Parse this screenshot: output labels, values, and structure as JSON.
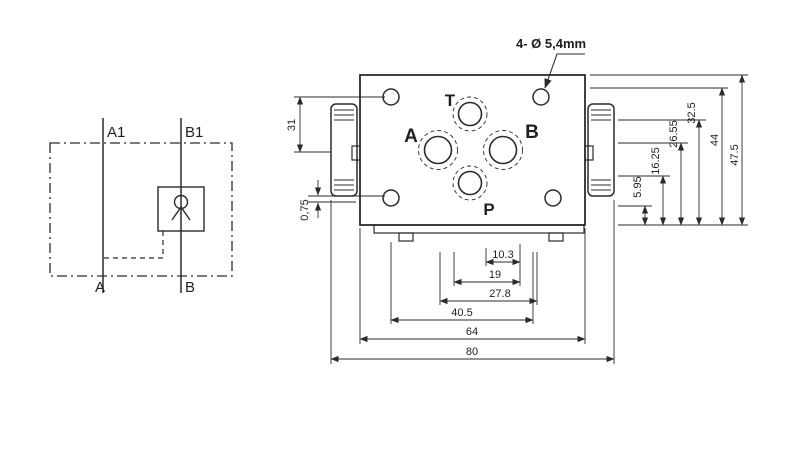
{
  "schematic": {
    "port_top_left": "A1",
    "port_top_right": "B1",
    "port_bottom_left": "A",
    "port_bottom_right": "B"
  },
  "drawing": {
    "hole_note": "4- Ø 5,4mm",
    "port_t": "T",
    "port_a": "A",
    "port_b": "B",
    "port_p": "P",
    "dim_left_height": "31",
    "dim_left_offset": "0,75",
    "dims_right": [
      "5.95",
      "16.25",
      "26.55",
      "32.5",
      "44",
      "47.5"
    ],
    "dims_bottom": [
      "10.3",
      "19",
      "27.8",
      "40.5",
      "64",
      "80"
    ]
  }
}
